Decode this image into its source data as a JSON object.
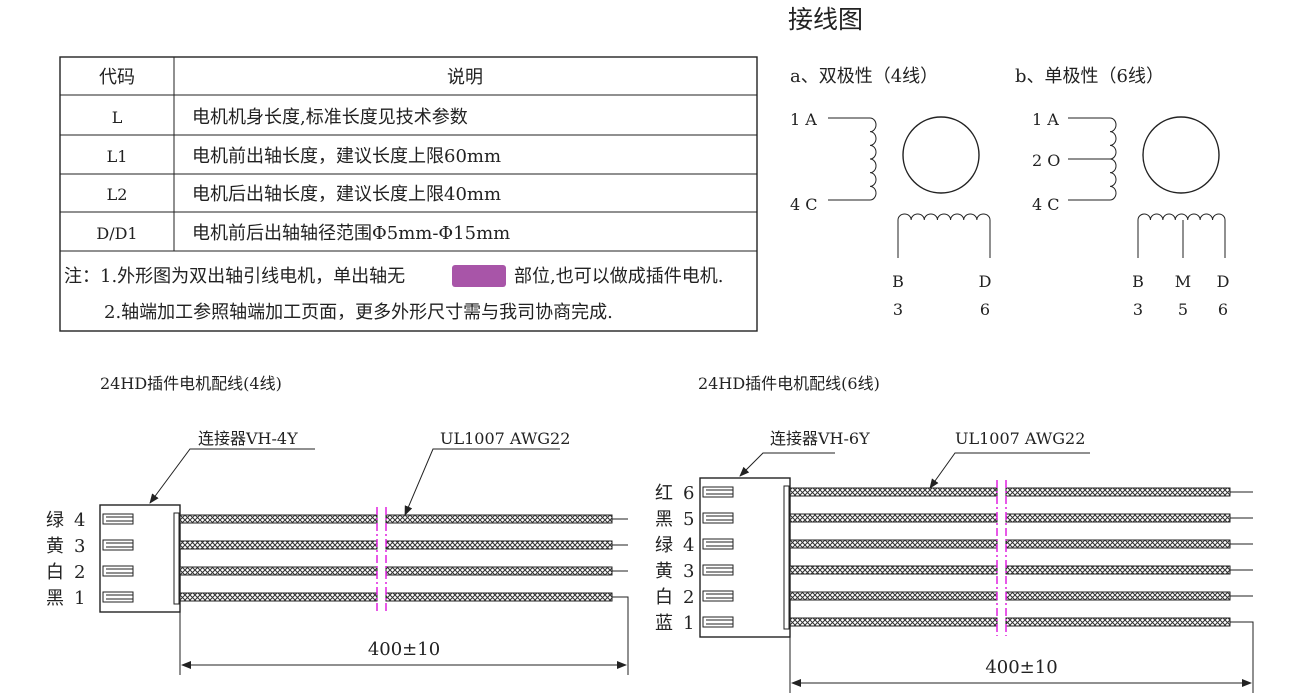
{
  "title": "接线图",
  "table": {
    "headers": [
      "代码",
      "说明"
    ],
    "rows": [
      {
        "code": "L",
        "desc": "电机机身长度,标准长度见技术参数"
      },
      {
        "code": "L1",
        "desc": "电机前出轴长度，建议长度上限60mm"
      },
      {
        "code": "L2",
        "desc": "电机后出轴长度，建议长度上限40mm"
      },
      {
        "code": "D/D1",
        "desc": "电机前后出轴轴径范围Φ5mm-Φ15mm"
      }
    ],
    "note1_prefix": "注：1.外形图为双出轴引线电机，单出轴无",
    "note1_suffix": "部位,也可以做成插件电机.",
    "note2": "2.轴端加工参照轴端加工页面，更多外形尺寸需与我司协商完成.",
    "highlight_color": "#a855a8"
  },
  "bipolar": {
    "label": "a、双极性（4线）",
    "left_leads": [
      "1 A",
      "4 C"
    ],
    "bottom_letters": [
      "B",
      "D"
    ],
    "bottom_numbers": [
      "3",
      "6"
    ]
  },
  "unipolar": {
    "label": "b、单极性（6线）",
    "left_leads": [
      "1 A",
      "2 O",
      "4 C"
    ],
    "bottom_letters": [
      "B",
      "M",
      "D"
    ],
    "bottom_numbers": [
      "3",
      "5",
      "6"
    ]
  },
  "harness4": {
    "title": "24HD插件电机配线(4线)",
    "connector": "连接器VH-4Y",
    "wire": "UL1007 AWG22",
    "pins": [
      {
        "color": "绿",
        "num": "4"
      },
      {
        "color": "黄",
        "num": "3"
      },
      {
        "color": "白",
        "num": "2"
      },
      {
        "color": "黑",
        "num": "1"
      }
    ],
    "length": "400±10"
  },
  "harness6": {
    "title": "24HD插件电机配线(6线)",
    "connector": "连接器VH-6Y",
    "wire": "UL1007 AWG22",
    "pins": [
      {
        "color": "红",
        "num": "6"
      },
      {
        "color": "黑",
        "num": "5"
      },
      {
        "color": "绿",
        "num": "4"
      },
      {
        "color": "黄",
        "num": "3"
      },
      {
        "color": "白",
        "num": "2"
      },
      {
        "color": "蓝",
        "num": "1"
      }
    ],
    "length": "400±10"
  },
  "colors": {
    "cut_mark": "#e020e0"
  }
}
